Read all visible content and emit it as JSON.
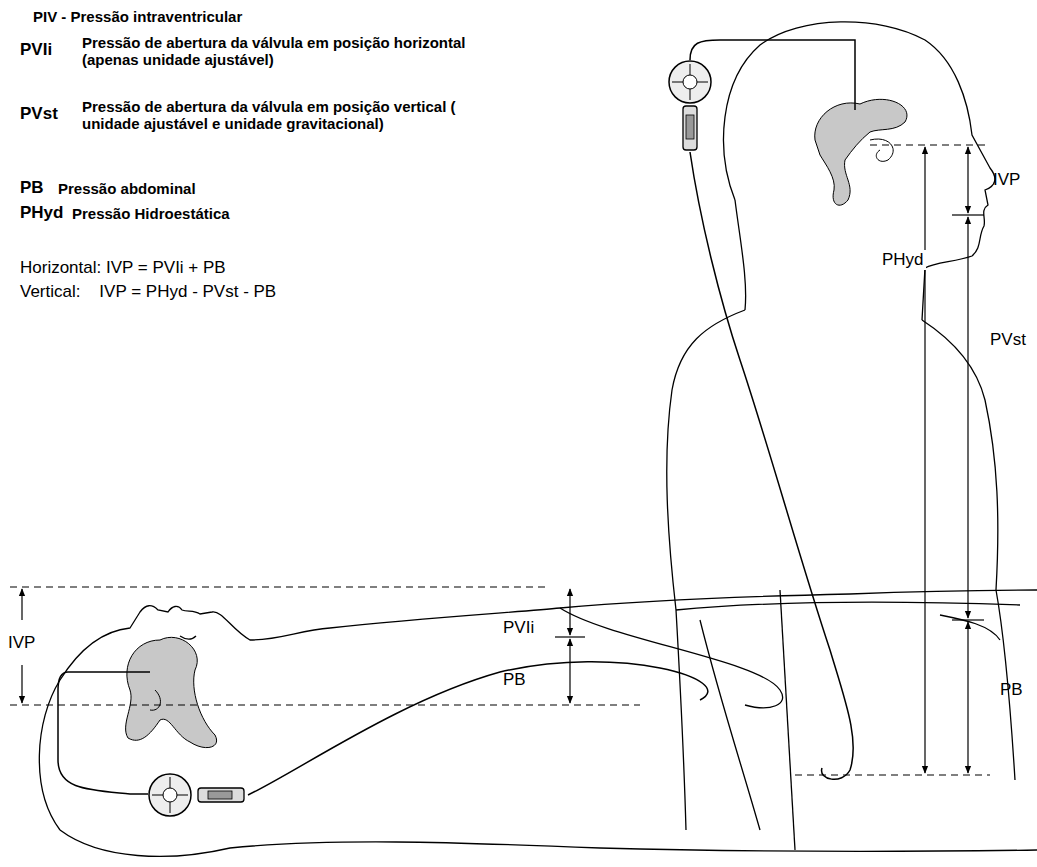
{
  "diagram": {
    "labels": [
      "PIV - Pressão intraventricular",
      "PVIi",
      "Pressão de abertura da válvula em posição horizontal (apenas unidade ajustável)",
      "PVst",
      "Pressão de abertura da válvula em posição vertical ( unidade ajustável e unidade gravitacional)",
      "PB",
      "Pressão abdominal",
      "PHyd",
      "Pressão Hidroestática",
      "Horizontal: IVP = PVIi + PB",
      "Vertical:    IVP = PHyd - PVst - PB",
      "IVP",
      "PHyd",
      "PVst",
      "PB",
      "PVIi",
      "PB",
      "IVP"
    ]
  }
}
